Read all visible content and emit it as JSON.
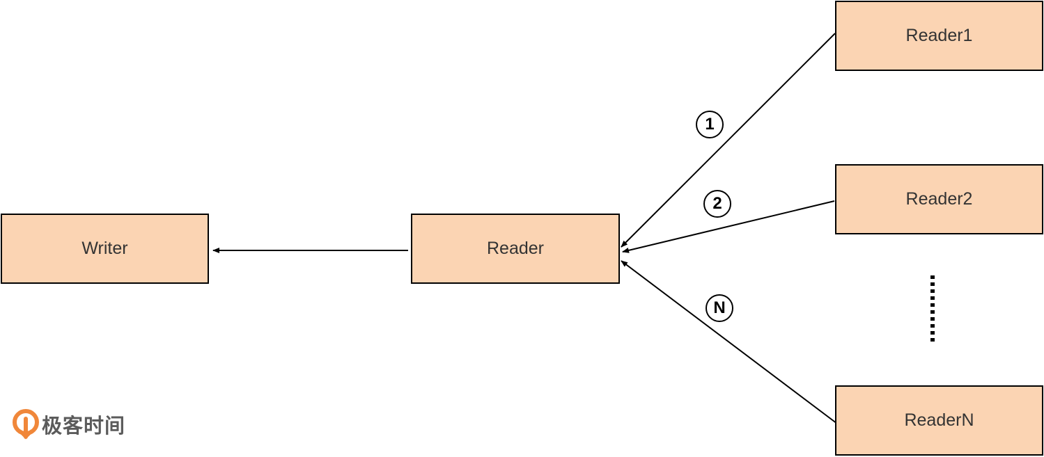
{
  "nodes": {
    "writer": "Writer",
    "reader": "Reader",
    "reader1": "Reader1",
    "reader2": "Reader2",
    "readerN": "ReaderN"
  },
  "edge_labels": {
    "edge1": "1",
    "edge2": "2",
    "edgeN": "N"
  },
  "logo": {
    "text": "极客时间",
    "icon": "geektime-logo-icon"
  },
  "colors": {
    "box_fill": "#fbd4b3",
    "stroke": "#000000",
    "logo_orange": "#f0873a"
  }
}
